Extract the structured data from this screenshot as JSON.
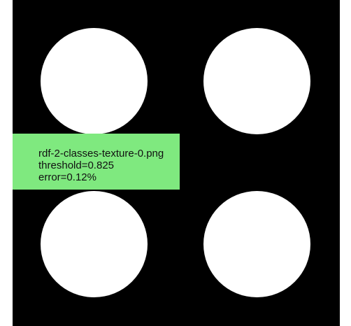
{
  "image": {
    "background_color": "#000000",
    "blob_color": "#ffffff",
    "blobs": [
      "blob",
      "blob",
      "blob",
      "blob"
    ]
  },
  "overlay": {
    "background_color": "#7fe97f",
    "filename": "rdf-2-classes-texture-0.png",
    "threshold": "threshold=0.825",
    "error": "error=0.12%"
  }
}
